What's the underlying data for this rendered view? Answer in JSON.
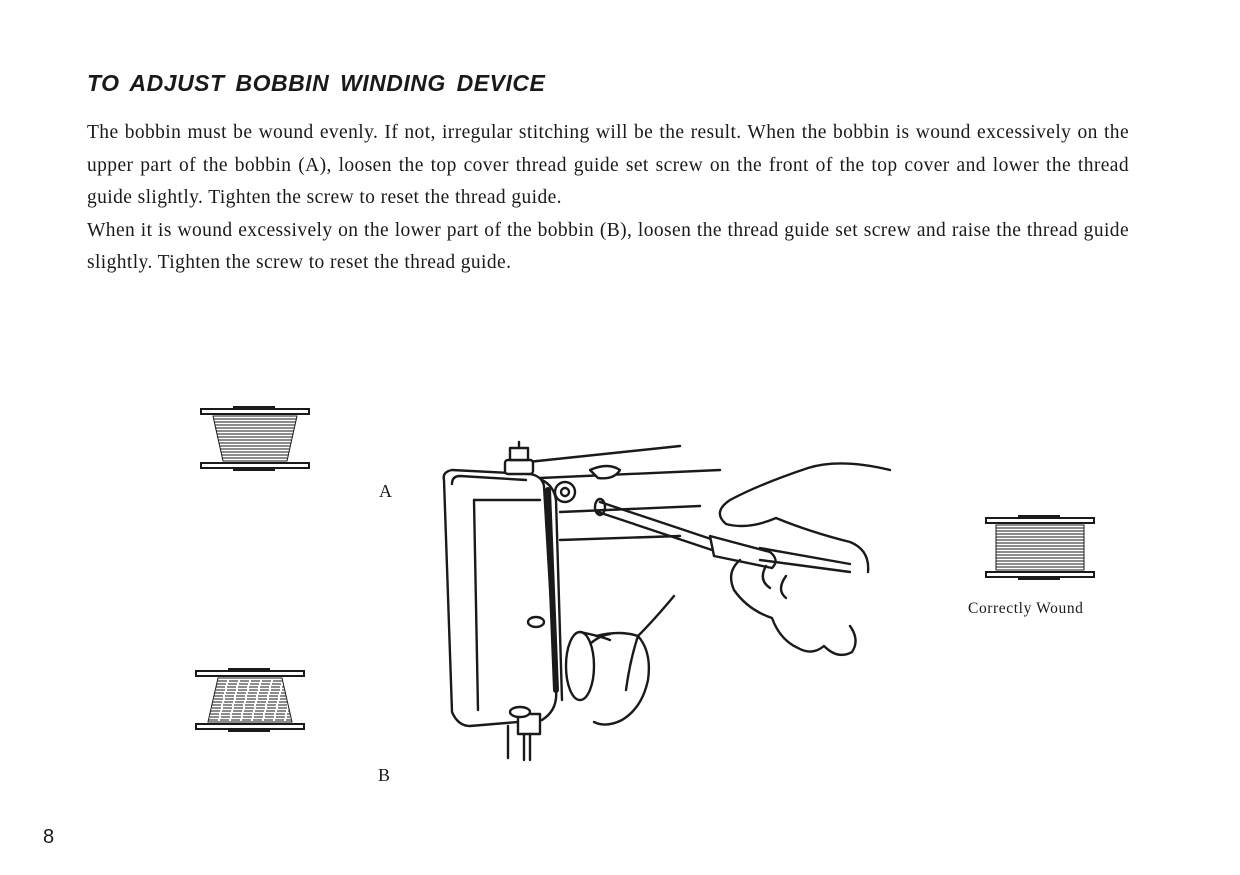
{
  "heading": "TO ADJUST BOBBIN WINDING DEVICE",
  "paragraphs": [
    "The bobbin must be wound evenly.  If not, irregular stitching will be the result.   When the bobbin is wound excessively on the upper part of the bobbin (A), loosen the top cover thread guide set screw on the front of the top cover and lower the thread guide slightly.  Tighten the screw to reset the thread guide.",
    "When it is wound excessively on the lower part of the bobbin (B), loosen the thread guide set screw and raise the thread guide slightly.  Tighten the screw to reset the thread guide."
  ],
  "figure": {
    "label_a": "A",
    "label_b": "B",
    "caption_correct": "Correctly Wound"
  },
  "page_number": "8"
}
